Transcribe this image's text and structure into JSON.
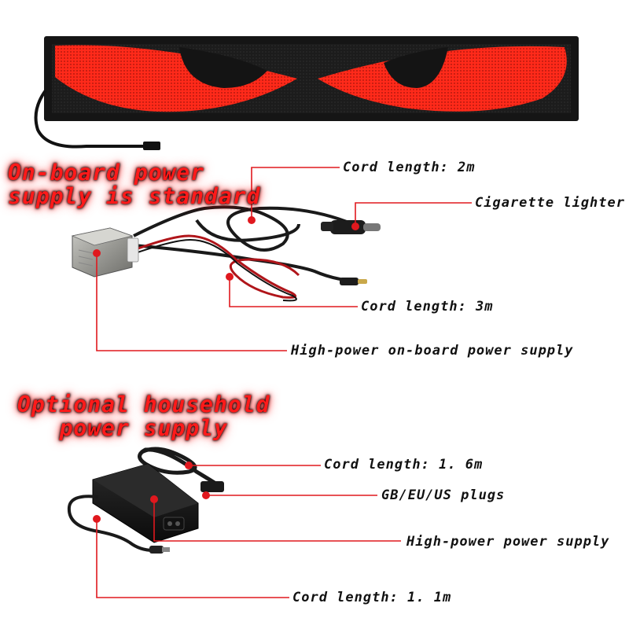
{
  "headings": {
    "onboard": [
      "On-board power",
      "supply is standard"
    ],
    "optional": [
      "Optional household",
      "power supply"
    ]
  },
  "labels": {
    "cord_2m": "Cord length:  2m",
    "cigarette": "Cigarette lighter",
    "cord_3m": "Cord length:  3m",
    "onboard_supply": "High-power on-board power supply",
    "cord_1_6m": "Cord length:  1. 6m",
    "plugs": "GB/EU/US plugs",
    "power_supply": "High-power power supply",
    "cord_1_1m": "Cord length:  1. 1m"
  },
  "colors": {
    "accent": "#e0181e",
    "led_red": "#ff2a1a",
    "panel": "#1a1a1a",
    "text": "#111111"
  }
}
